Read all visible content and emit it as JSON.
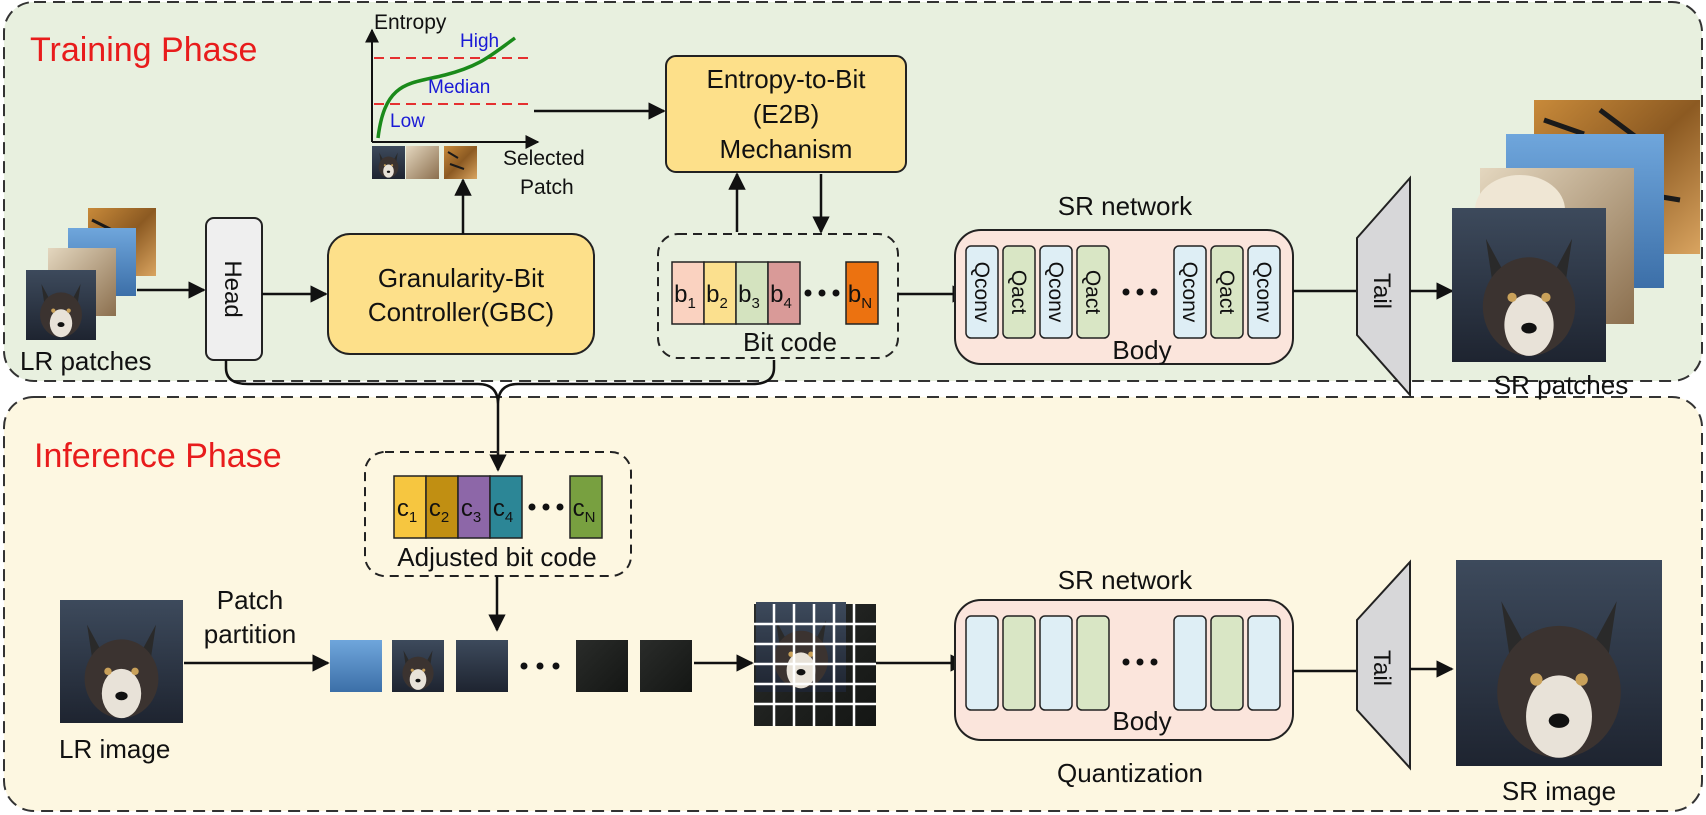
{
  "training": {
    "title": "Training Phase",
    "lr_patches_label": "LR patches",
    "head_label": "Head",
    "gbc_label_line1": "Granularity-Bit",
    "gbc_label_line2": "Controller(GBC)",
    "entropy_chart": {
      "ylabel": "Entropy",
      "high": "High",
      "median": "Median",
      "low": "Low",
      "xlabel_line1": "Selected",
      "xlabel_line2": "Patch"
    },
    "e2b_line1": "Entropy-to-Bit",
    "e2b_line2": "(E2B)",
    "e2b_line3": "Mechanism",
    "bit_code": {
      "cells": [
        "b",
        "b",
        "b",
        "b"
      ],
      "subs": [
        "1",
        "2",
        "3",
        "4"
      ],
      "last": "b",
      "last_sub": "N",
      "label": "Bit code"
    },
    "sr_network_label": "SR network",
    "body_label": "Body",
    "blocks": [
      "Qconv",
      "Qact",
      "Qconv",
      "Qact",
      "Qconv",
      "Qact",
      "Qconv"
    ],
    "tail_label": "Tail",
    "sr_patches_label": "SR patches"
  },
  "inference": {
    "title": "Inference Phase",
    "adjusted": {
      "cells": [
        "c",
        "c",
        "c",
        "c"
      ],
      "subs": [
        "1",
        "2",
        "3",
        "4"
      ],
      "last": "c",
      "last_sub": "N",
      "label": "Adjusted bit code"
    },
    "lr_image_label": "LR image",
    "patch_partition_line1": "Patch",
    "patch_partition_line2": "partition",
    "sr_network_label": "SR network",
    "body_label": "Body",
    "quantization_label": "Quantization",
    "tail_label": "Tail",
    "sr_image_label": "SR image"
  },
  "colors": {
    "training_bg": "#e8f0df",
    "inference_bg": "#fdf7e1",
    "title_red": "#e81c1c",
    "gbc_fill": "#fde08a",
    "body_fill": "#fbe5dc",
    "qconv_fill": "#deeef5",
    "qact_fill": "#d9e6c5",
    "tail_fill": "#d7d7d9",
    "bit_colors": [
      "#fad2c0",
      "#fbe08e",
      "#d4e3bf",
      "#d99a98",
      "#ec7210"
    ],
    "adjusted_colors": [
      "#f6c640",
      "#c18f12",
      "#8d67a8",
      "#2c8696",
      "#78a040"
    ]
  },
  "icons": [
    "ellipsis-icon",
    "arrow-icon",
    "brace-icon"
  ]
}
